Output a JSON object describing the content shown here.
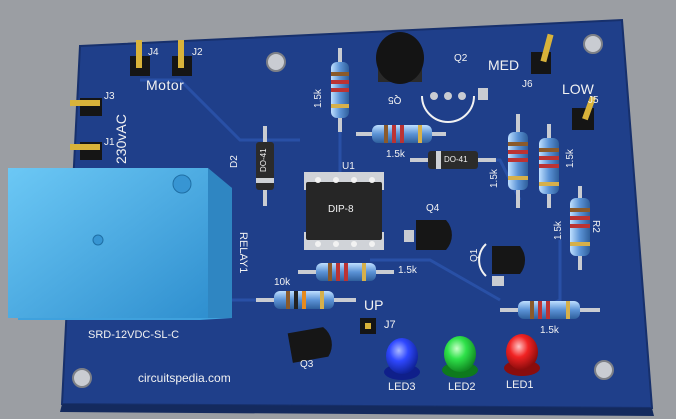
{
  "board": {
    "pcb_color": "#1f3f8a",
    "silkscreen_color": "#f2f2f2",
    "relay_color": "#4fb3e8",
    "website": "circuitspedia.com"
  },
  "connectors": {
    "j4": "J4",
    "j2": "J2",
    "motor": "Motor",
    "j3": "J3",
    "j1": "J1",
    "ac": "230vAC",
    "j6": "J6",
    "med": "MED",
    "j5": "J5",
    "low": "LOW",
    "j7": "J7",
    "up": "UP"
  },
  "relay": {
    "ref": "RELAY1",
    "part": "SRD-12VDC-SL-C"
  },
  "ic": {
    "ref": "U1",
    "package": "DIP-8"
  },
  "diodes": {
    "d1_ref": "D2",
    "d1_pkg": "DO-41",
    "d2_pkg": "DO-41"
  },
  "transistors": {
    "q1": "Q1",
    "q2": "Q2",
    "q3": "Q3",
    "q4": "Q4",
    "q5": "Q5"
  },
  "resistors": {
    "r_top_vertical": "1.5k",
    "r_top_horizontal": "1.5k",
    "r_right_a": "1.5k",
    "r_right_b": "1.5k",
    "r_right_c": "1.5k",
    "r2_ref": "R2",
    "r_mid": "1.5k",
    "r_10k": "10k",
    "r_bottom_right": "1.5k"
  },
  "leds": {
    "led3": "LED3",
    "led3_color": "#1f3cff",
    "led2": "LED2",
    "led2_color": "#22d83a",
    "led1": "LED1",
    "led1_color": "#ee1d1d"
  }
}
